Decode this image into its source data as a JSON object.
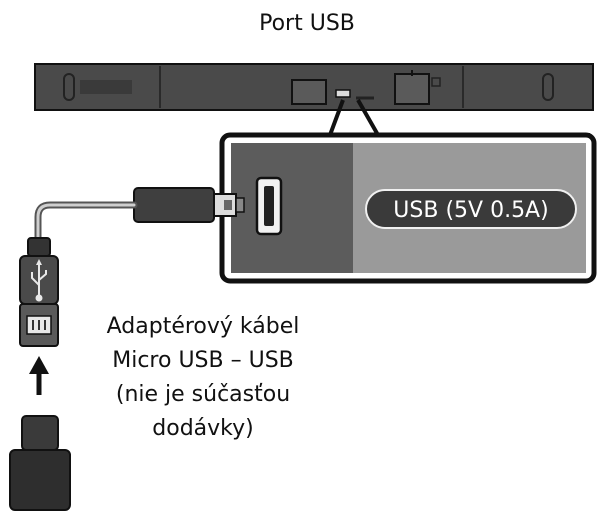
{
  "title": "Port USB",
  "port_badge": "USB (5V 0.5A)",
  "cable_caption": [
    "Adaptérový kábel",
    "Micro USB – USB",
    "(nie je súčasťou",
    "dodávky)"
  ],
  "colors": {
    "soundbar": "#4a4a4a",
    "panel_dark": "#5c5c5c",
    "panel_light": "#9a9a9a",
    "badge": "#3a3a3a",
    "cable": "#555555",
    "outline": "#111111"
  },
  "icons": [
    "usb-trident-icon",
    "arrow-up-icon"
  ]
}
